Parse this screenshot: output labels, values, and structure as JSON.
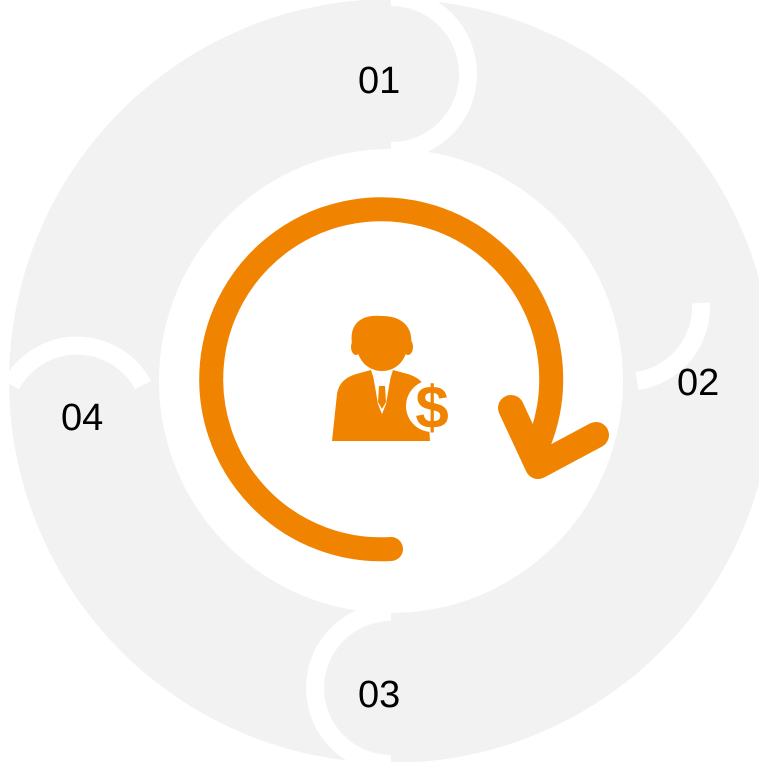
{
  "diagram": {
    "steps": [
      {
        "label": "01"
      },
      {
        "label": "02"
      },
      {
        "label": "03"
      },
      {
        "label": "04"
      }
    ],
    "center_icon": "businessman-dollar-icon",
    "cycle_arrow_icon": "circular-arrow-icon"
  },
  "colors": {
    "ring": "#f2f2f2",
    "separator": "#ffffff",
    "accent": "#f08400",
    "text": "#000000",
    "background": "#ffffff"
  }
}
